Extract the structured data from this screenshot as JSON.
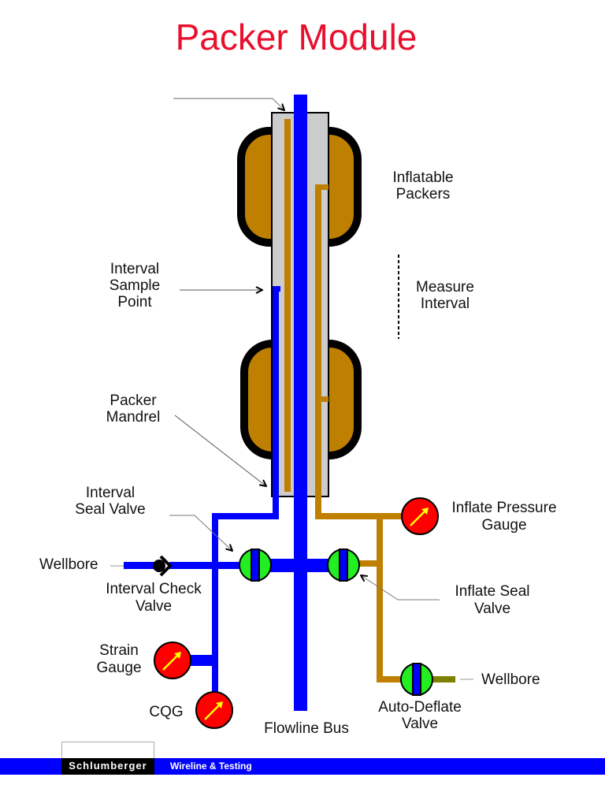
{
  "title": "Packer Module",
  "colors": {
    "title": "#e8102e",
    "flowline": "#0000ff",
    "inflate_line": "#bf7f00",
    "wellbore_line": "#808000",
    "packer_fill": "#bf7f00",
    "mandrel_fill": "#cccccc",
    "valve_fill": "#22ee22",
    "gauge_fill": "#ff0000",
    "gauge_needle": "#ffff00",
    "footer_bar": "#0000ff",
    "footer_logo_bg": "#000000"
  },
  "labels": {
    "inflatable_packers": [
      "Inflatable",
      "Packers"
    ],
    "measure_interval": [
      "Measure",
      "Interval"
    ],
    "interval_sample_point": [
      "Interval",
      "Sample",
      "Point"
    ],
    "packer_mandrel": [
      "Packer",
      "Mandrel"
    ],
    "interval_seal_valve": [
      "Interval",
      "Seal Valve"
    ],
    "wellbore_left": "Wellbore",
    "interval_check_valve": [
      "Interval Check",
      "Valve"
    ],
    "strain_gauge": [
      "Strain",
      "Gauge"
    ],
    "cqg": "CQG",
    "flowline_bus": "Flowline Bus",
    "inflate_pressure_gauge": [
      "Inflate Pressure",
      "Gauge"
    ],
    "inflate_seal_valve": [
      "Inflate Seal",
      "Valve"
    ],
    "wellbore_right": "Wellbore",
    "auto_deflate_valve": [
      "Auto-Deflate",
      "Valve"
    ]
  },
  "icons": {
    "valve": "valve-icon",
    "gauge": "pressure-gauge-icon",
    "check_valve": "check-valve-icon"
  },
  "footer": {
    "brand": "Schlumberger",
    "division": "Wireline & Testing"
  }
}
